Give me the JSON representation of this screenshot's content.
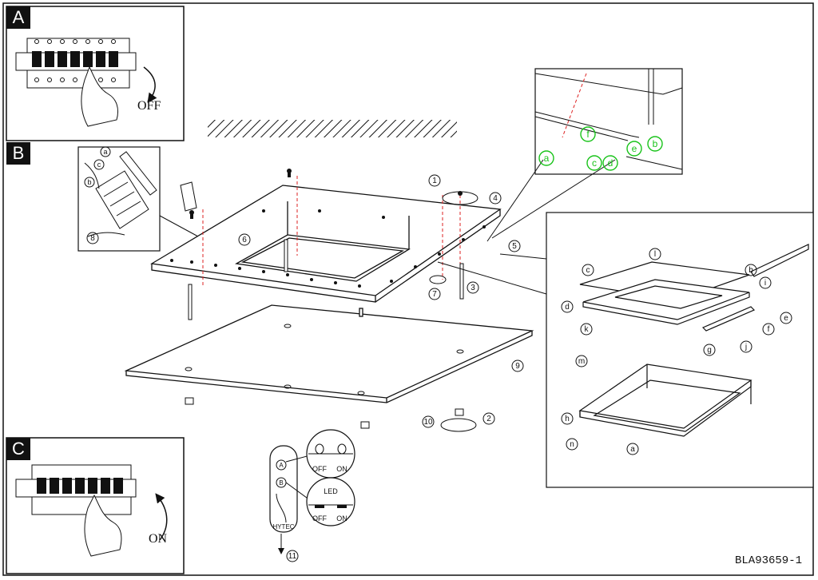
{
  "panels": {
    "a": {
      "tag": "A",
      "switch_label": "OFF"
    },
    "b": {
      "tag": "B"
    },
    "c": {
      "tag": "C",
      "switch_label": "ON"
    }
  },
  "steps": [
    "1",
    "2",
    "3",
    "4",
    "5",
    "6",
    "7",
    "8",
    "9",
    "10",
    "11"
  ],
  "detail_letters": {
    "top_inset": [
      "a",
      "b",
      "c",
      "d",
      "e",
      "f"
    ],
    "right_inset": [
      "a",
      "b",
      "c",
      "d",
      "e",
      "f",
      "g",
      "h",
      "i",
      "j",
      "k",
      "l",
      "m",
      "n"
    ],
    "wiring_inset": [
      "a",
      "b",
      "c"
    ]
  },
  "remote": {
    "brand": "HYTEC",
    "button_a": "A",
    "button_b": "B",
    "callout_a": {
      "off": "OFF",
      "on": "ON"
    },
    "callout_b": {
      "title": "LED",
      "off": "OFF",
      "on": "ON"
    }
  },
  "document_id": "BLA93659-1",
  "colors": {
    "line": "#111111",
    "accent": "#19c31a",
    "dashed": "#c0392b"
  }
}
